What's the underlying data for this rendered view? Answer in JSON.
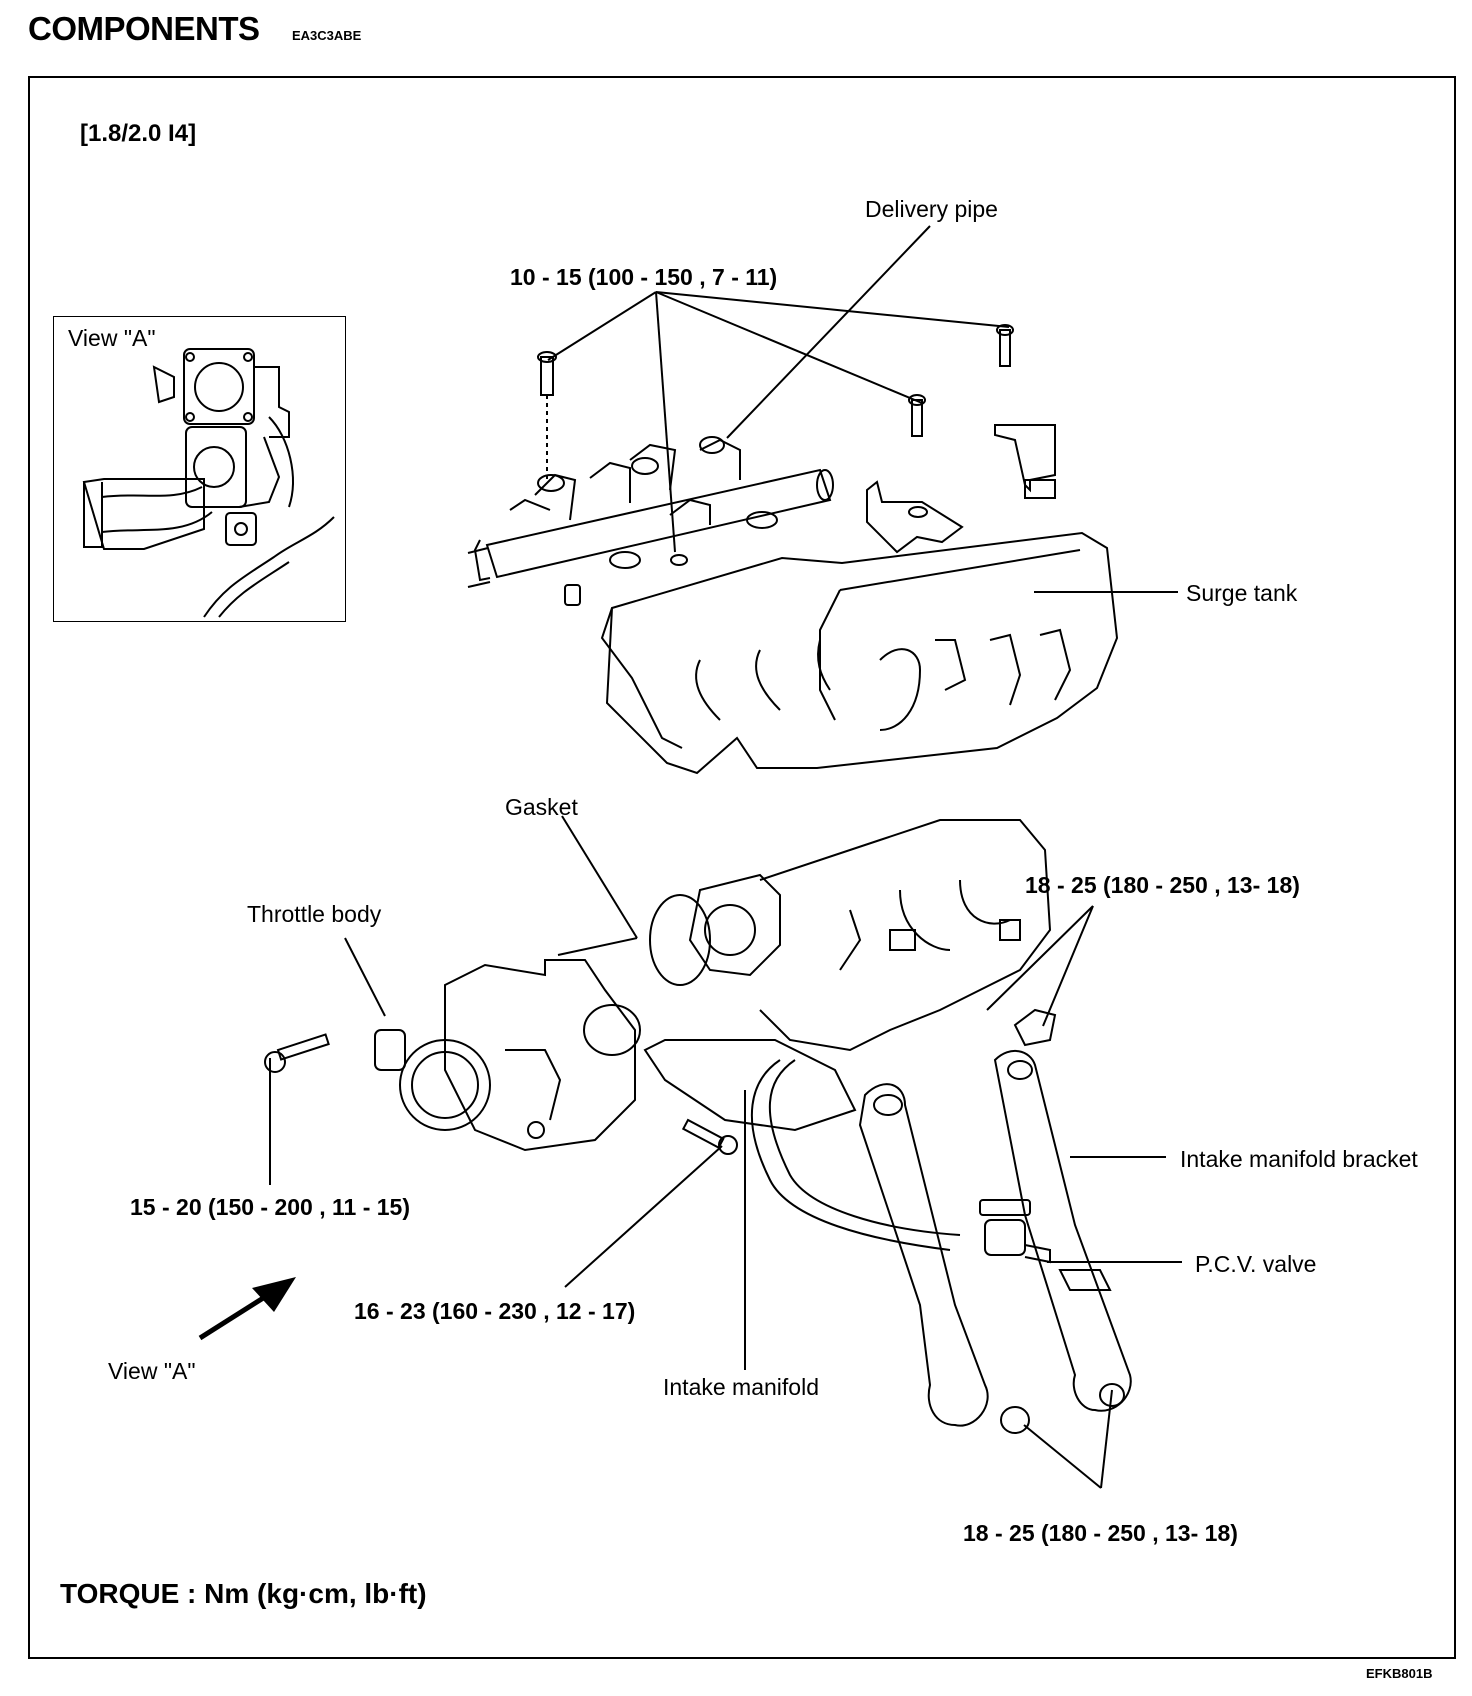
{
  "header": {
    "title": "COMPONENTS",
    "code": "EA3C3ABE"
  },
  "variant": "[1.8/2.0 I4]",
  "inset": {
    "title": "View \"A\""
  },
  "labels": {
    "delivery_pipe": "Delivery pipe",
    "surge_tank": "Surge tank",
    "gasket": "Gasket",
    "throttle_body": "Throttle body",
    "intake_manifold_bracket": "Intake manifold bracket",
    "pcv_valve": "P.C.V. valve",
    "intake_manifold": "Intake manifold",
    "view_a": "View \"A\""
  },
  "torques": {
    "delivery_pipe_bolts": "10 - 15 (100 - 150 , 7 - 11)",
    "bracket_upper": "18 - 25 (180 - 250 , 13- 18)",
    "throttle_body_bolt": "15 - 20 (150 - 200 , 11 - 15)",
    "manifold_bolt": "16 - 23 (160 - 230 , 12 - 17)",
    "bracket_lower": "18 - 25 (180 - 250 , 13- 18)"
  },
  "footer": {
    "torque_units": "TORQUE : Nm (kg·cm, lb·ft)",
    "figure_id": "EFKB801B"
  }
}
